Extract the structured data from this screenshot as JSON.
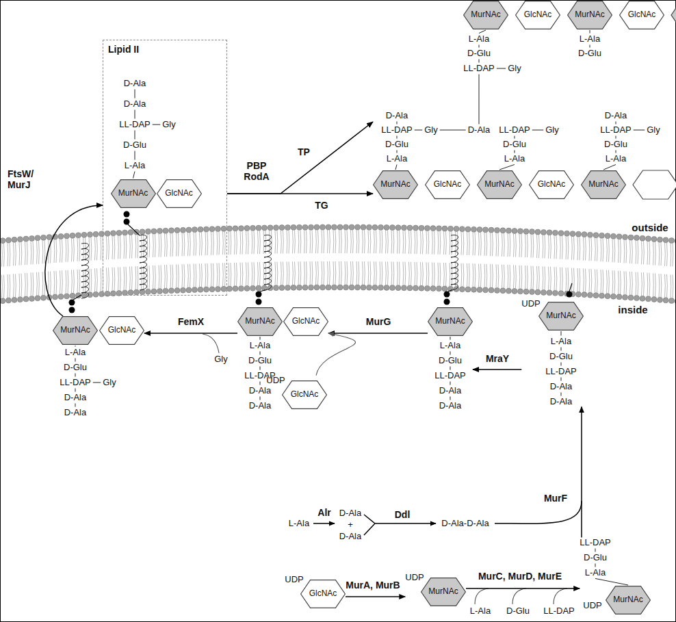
{
  "diagram": {
    "nodes": [
      {
        "text": [
          "MurNAc"
        ]
      },
      {
        "text": [
          "GlcNAc"
        ]
      },
      {
        "text": [
          "MurNAc"
        ]
      },
      {
        "text": [
          "GlcNAc"
        ]
      },
      {
        "text": [
          "Lipid II"
        ]
      },
      {
        "text": [
          "MurNAc"
        ],
        "in": 4
      },
      {
        "text": [
          "GlcNAc"
        ],
        "in": 4
      },
      {
        "text": [
          "MurNAc"
        ]
      },
      {
        "text": [
          "GlcNAc"
        ]
      },
      {
        "text": [
          "MurNAc"
        ]
      },
      {
        "text": [
          "GlcNAc"
        ]
      },
      {
        "text": [
          "MurNAc"
        ]
      },
      {
        "text": [
          "MurNAc"
        ]
      },
      {
        "text": [
          "GlcNAc"
        ]
      },
      {
        "text": [
          "MurNAc"
        ]
      },
      {
        "text": [
          "GlcNAc"
        ]
      },
      {
        "text": [
          "MurNAc"
        ]
      },
      {
        "text": [
          "UDP",
          "MurNAc"
        ]
      },
      {
        "text": [
          "UDP",
          "GlcNAc"
        ]
      },
      {
        "text": [
          "UDP",
          "GlcNAc"
        ]
      },
      {
        "text": [
          "UDP",
          "MurNAc"
        ]
      },
      {
        "text": [
          "UDP",
          "MurNAc"
        ]
      }
    ],
    "edges": [
      {
        "from": 4,
        "to": 7,
        "arrow": "to",
        "label": "TG"
      },
      {
        "from": 4,
        "to": 7,
        "arrow": "to",
        "label": "TP"
      },
      {
        "from": 12,
        "to": 4,
        "arrow": "to",
        "label": "FtsW/ MurJ"
      },
      {
        "from": 14,
        "to": 13,
        "arrow": "to",
        "label": "FemX"
      },
      {
        "from": 16,
        "to": 15,
        "arrow": "to",
        "label": "MurG"
      },
      {
        "from": 18,
        "to": 15,
        "arrow": "to"
      },
      {
        "from": 17,
        "to": 16,
        "arrow": "to",
        "label": "MraY"
      },
      {
        "from": 21,
        "to": 17,
        "arrow": "to",
        "label": "MurF"
      },
      {
        "from": 19,
        "to": 20,
        "arrow": "to",
        "label": "MurA, MurB"
      },
      {
        "from": 20,
        "to": 21,
        "arrow": "to",
        "label": "MurC, MurD, MurE"
      }
    ],
    "labels": [
      "L-Ala",
      "D-Glu",
      "LL-DAP",
      "Gly",
      "L-Ala",
      "D-Glu",
      "D-Ala",
      "D-Ala",
      "LL-DAP",
      "Gly",
      "D-Glu",
      "L-Ala",
      "D-Ala",
      "LL-DAP",
      "Gly",
      "D-Ala",
      "D-Glu",
      "L-Ala",
      "LL-DAP",
      "Gly",
      "D-Glu",
      "L-Ala",
      "D-Ala",
      "LL-DAP",
      "Gly",
      "D-Glu",
      "L-Ala",
      "PBP RodA",
      "outside",
      "inside",
      "L-Ala",
      "D-Glu",
      "LL-DAP",
      "Gly",
      "D-Ala",
      "D-Ala",
      "Gly",
      "L-Ala",
      "D-Glu",
      "LL-DAP",
      "D-Ala",
      "D-Ala",
      "L-Ala",
      "D-Glu",
      "LL-DAP",
      "D-Ala",
      "D-Ala",
      "L-Ala",
      "D-Glu",
      "LL-DAP",
      "D-Ala",
      "D-Ala",
      "L-Ala",
      "Alr",
      "D-Ala",
      "+",
      "D-Ala",
      "Ddl",
      "D-Ala-D-Ala",
      "LL-DAP",
      "D-Glu",
      "L-Ala",
      "L-Ala",
      "D-Glu",
      "LL-DAP"
    ]
  }
}
